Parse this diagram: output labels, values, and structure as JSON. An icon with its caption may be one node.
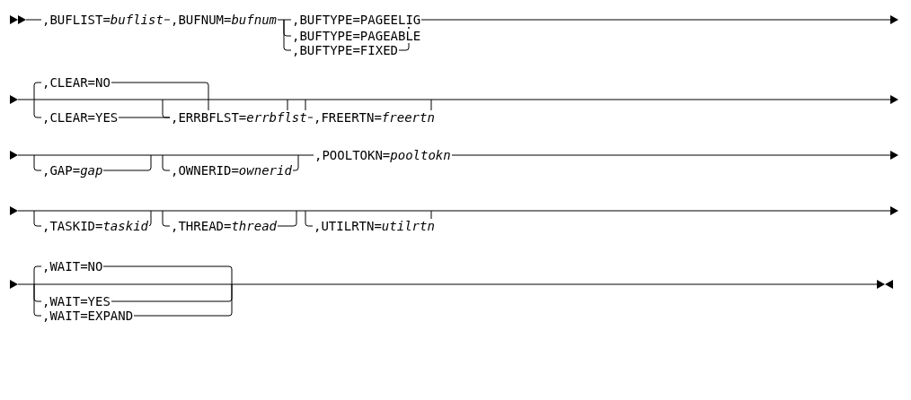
{
  "diagram": {
    "labels": [
      ",BUFLIST=*buflist*",
      ",BUFNUM=*bufnum*",
      ",BUFTYPE=PAGEELIG",
      ",BUFTYPE=PAGEABLE",
      ",BUFTYPE=FIXED",
      ",CLEAR=NO",
      ",CLEAR=YES",
      ",ERRBFLST=*errbflst*",
      ",FREERTN=*freertn*",
      ",GAP=*gap*",
      ",OWNERID=*ownerid*",
      ",POOLTOKN=*pooltokn*",
      ",TASKID=*taskid*",
      ",THREAD=*thread*",
      ",UTILRTN=*utilrtn*",
      ",WAIT=NO",
      ",WAIT=YES",
      ",WAIT=EXPAND"
    ]
  }
}
